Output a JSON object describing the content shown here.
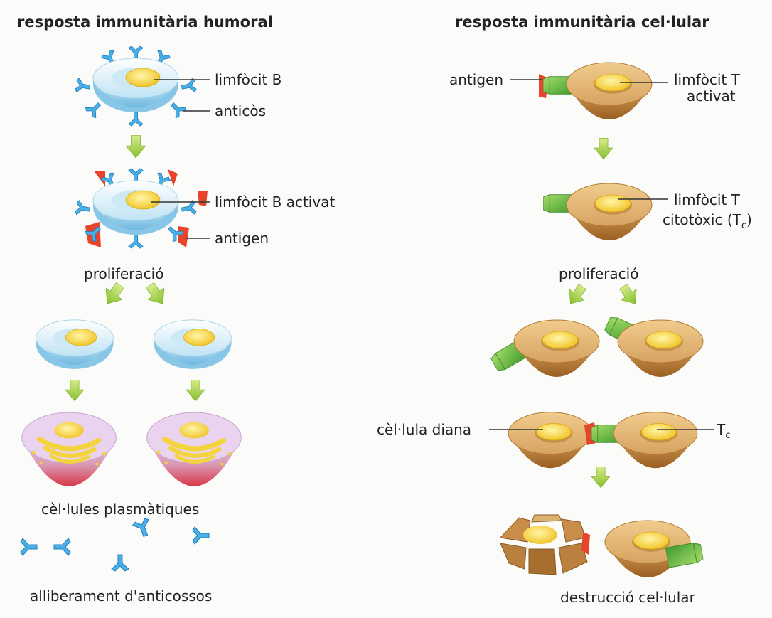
{
  "humoral": {
    "title": "resposta immunitària humoral",
    "label_b_cell": "limfòcit B",
    "label_antibody": "anticòs",
    "label_activated_b": "limfòcit B activat",
    "label_antigen": "antigen",
    "label_proliferation": "proliferació",
    "label_plasma_cells": "cèl·lules plasmàtiques",
    "label_antibody_release": "alliberament d'anticossos"
  },
  "cellular": {
    "title": "resposta immunitària cel·lular",
    "label_antigen": "antigen",
    "label_activated_t_line1": "limfòcit T",
    "label_activated_t_line2": "activat",
    "label_cytotoxic_line1": "limfòcit T",
    "label_cytotoxic_line2": "citotòxic (T",
    "label_cytotoxic_sub": "c",
    "label_cytotoxic_close": ")",
    "label_proliferation": "proliferació",
    "label_target_cell": "cèl·lula diana",
    "label_tc": "T",
    "label_tc_sub": "c",
    "label_destruction": "destrucció cel·lular"
  },
  "colors": {
    "b_cell_outer": "#b8def2",
    "b_cell_inner": "#e6f5fb",
    "receptor_blue": "#3aa9e3",
    "t_cell_outer": "#c98d3a",
    "t_cell_inner": "#ddb170",
    "nucleus": "#f7d94a",
    "antigen_red": "#e8442c",
    "receptor_green": "#6cc04a",
    "arrow_green": "#a6d24a",
    "plasma_top": "#e7c7ea",
    "plasma_bottom": "#e0485a"
  }
}
